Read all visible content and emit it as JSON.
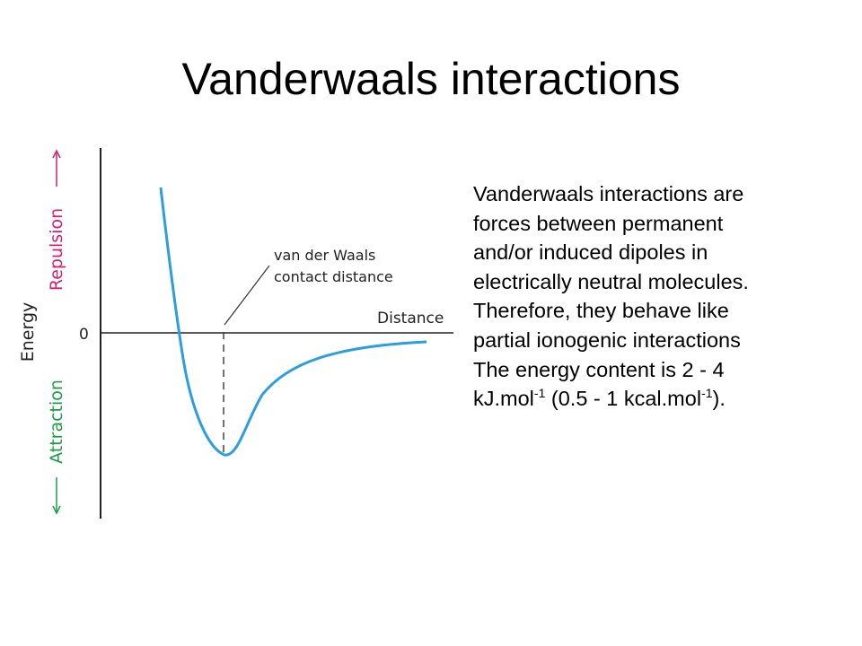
{
  "slide": {
    "title": "Vanderwaals interactions"
  },
  "diagram": {
    "y_axis_label": "Energy",
    "repulsion_label": "Repulsion",
    "attraction_label": "Attraction",
    "x_axis_label": "Distance",
    "zero_label": "0",
    "callout_line1": "van der Waals",
    "callout_line2": "contact distance",
    "colors": {
      "curve": "#2a9ee0",
      "repulsion": "#d6206f",
      "attraction": "#1f9d46",
      "axis": "#222222"
    }
  },
  "body": {
    "line1": "Vanderwaals interactions are",
    "line2": "forces between permanent",
    "line3": "and/or induced dipoles in",
    "line4": "electrically neutral molecules.",
    "line5": "Therefore, they behave like",
    "line6": "partial ionogenic interactions",
    "line7": "The energy content is 2 - 4",
    "line8_a": "kJ.mol",
    "line8_sup1": "-1",
    "line8_b": " (0.5 - 1 kcal.mol",
    "line8_sup2": "-1",
    "line8_c": ")."
  }
}
